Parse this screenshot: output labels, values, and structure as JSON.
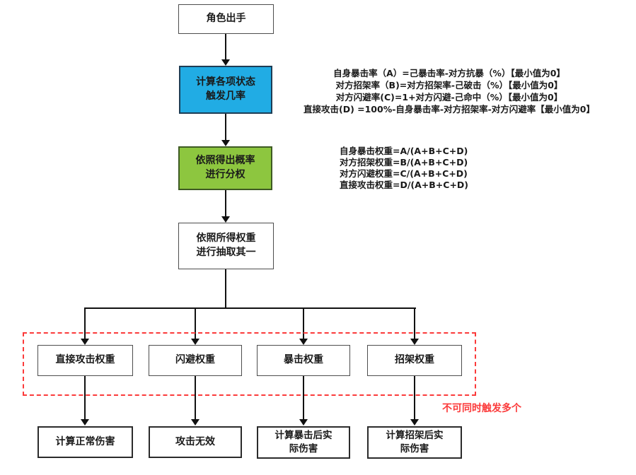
{
  "nodes": {
    "start": "角色出手",
    "calc_states": {
      "line1": "计算各项状态",
      "line2": "触发几率"
    },
    "weight_split": {
      "line1": "依照得出概率",
      "line2": "进行分权"
    },
    "draw_one": {
      "line1": "依照所得权重",
      "line2": "进行抽取其一"
    },
    "weight_direct": "直接攻击权重",
    "weight_dodge": "闪避权重",
    "weight_crit": "暴击权重",
    "weight_parry": "招架权重",
    "result_normal": "计算正常伤害",
    "result_invalid": "攻击无效",
    "result_crit": {
      "line1": "计算暴击后实",
      "line2": "际伤害"
    },
    "result_parry": {
      "line1": "计算招架后实",
      "line2": "际伤害"
    }
  },
  "annotations": {
    "rate_formulas": [
      "自身暴击率（A）=己暴击率-对方抗暴（%）【最小值为0】",
      "对方招架率（B)=对方招架率-己破击（%）【最小值为0】",
      "对方闪避率(C)=1+对方闪避-己命中（%）【最小值为0】",
      "直接攻击(D) =100%-自身暴击率-对方招架率-对方闪避率【最小值为0】"
    ],
    "weight_formulas": [
      "自身暴击权重=A/(A+B+C+D)",
      "对方招架权重=B/(A+B+C+D)",
      "对方闪避权重=C/(A+B+C+D)",
      "直接攻击权重=D/(A+B+C+D)"
    ],
    "warning": "不可同时触发多个"
  },
  "colors": {
    "highlight_blue": "#21ACE4",
    "highlight_green": "#8DC63F",
    "warning_red": "#FB3A3A"
  }
}
